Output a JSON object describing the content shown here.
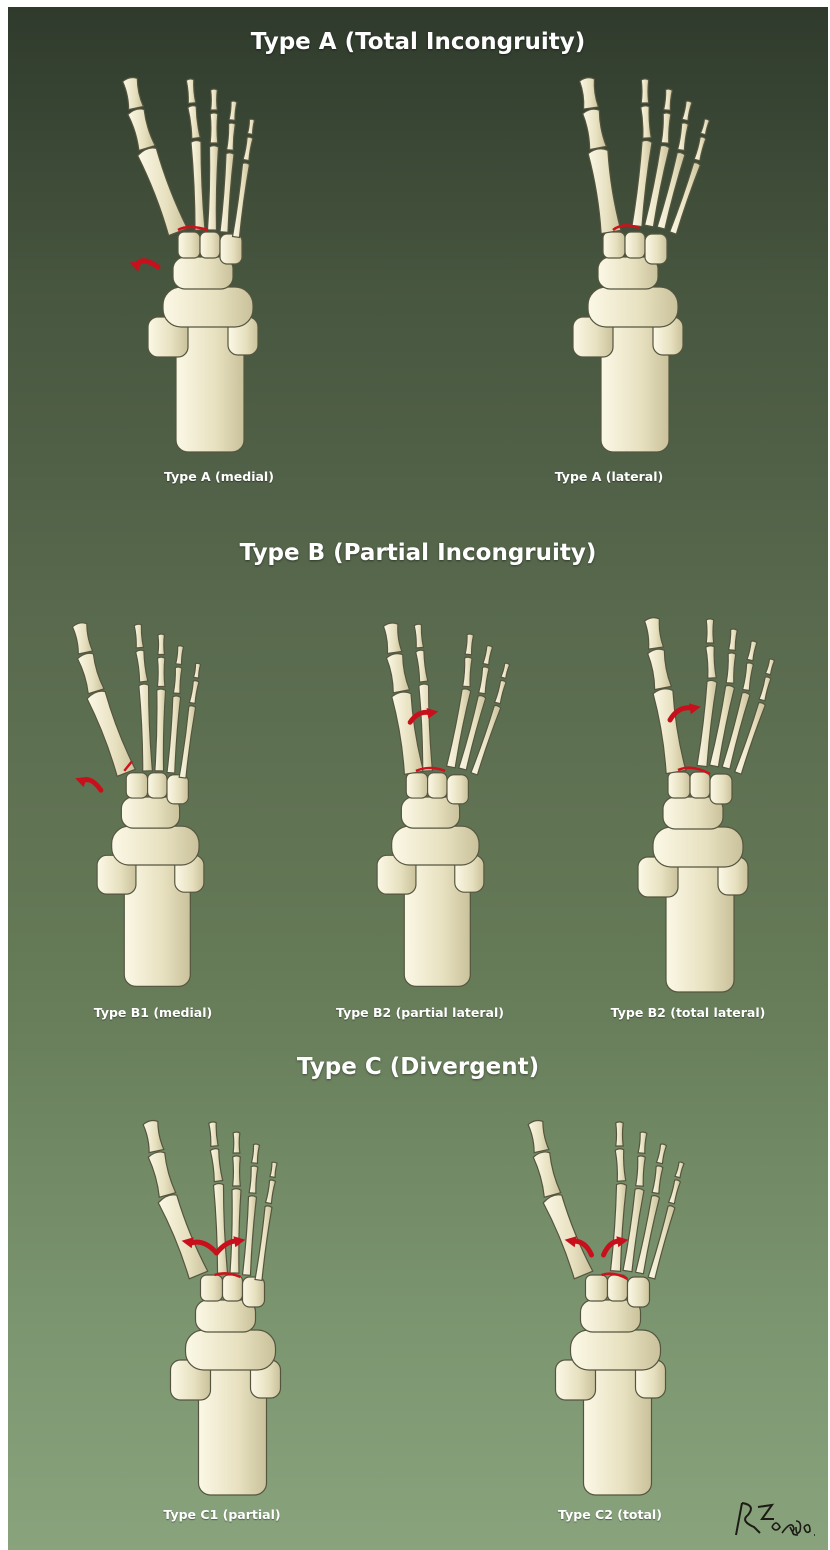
{
  "sections": {
    "a": {
      "title": "Type A (Total Incongruity)",
      "panels": [
        {
          "caption": "Type A (medial)"
        },
        {
          "caption": "Type A (lateral)"
        }
      ]
    },
    "b": {
      "title": "Type B (Partial Incongruity)",
      "panels": [
        {
          "caption": "Type B1 (medial)"
        },
        {
          "caption": "Type B2 (partial lateral)"
        },
        {
          "caption": "Type B2 (total lateral)"
        }
      ]
    },
    "c": {
      "title": "Type C (Divergent)",
      "panels": [
        {
          "caption": "Type C1 (partial)"
        },
        {
          "caption": "Type C2 (total)"
        }
      ]
    }
  },
  "signature": {
    "text": "RZ 2010."
  },
  "colors": {
    "bone": "#e9e3c3",
    "bone_outline": "#55553f",
    "injury_line": "#d0101a",
    "arrow": "#c8101c"
  }
}
